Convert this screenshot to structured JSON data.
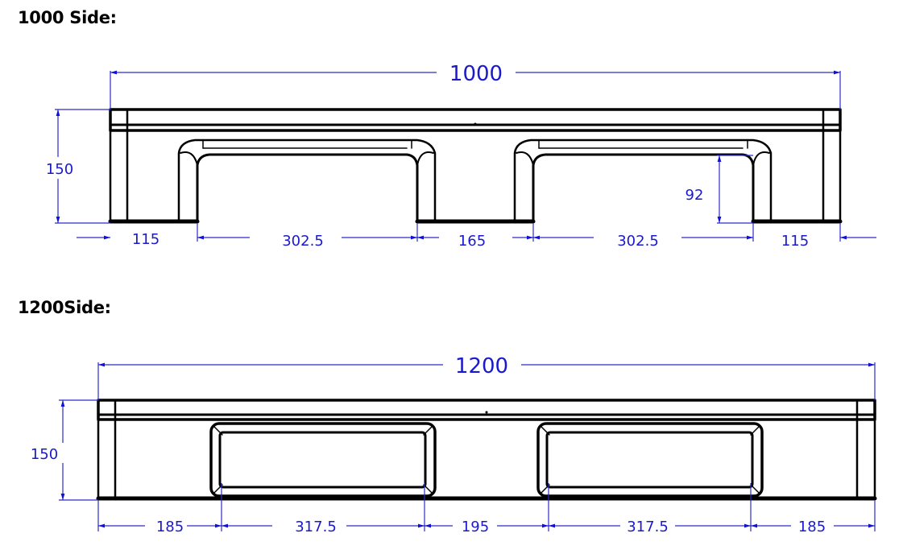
{
  "sections": [
    {
      "heading": "1000 Side:",
      "overall_width": "1000",
      "height": "150",
      "opening_height": "92",
      "bottom_dims": [
        "115",
        "302.5",
        "165",
        "302.5",
        "115"
      ]
    },
    {
      "heading": "1200Side:",
      "overall_width": "1200",
      "height": "150",
      "bottom_dims": [
        "185",
        "317.5",
        "195",
        "317.5",
        "185"
      ]
    }
  ],
  "colors": {
    "dimension": "#1a1acc",
    "outline": "#000000",
    "background": "#ffffff"
  }
}
